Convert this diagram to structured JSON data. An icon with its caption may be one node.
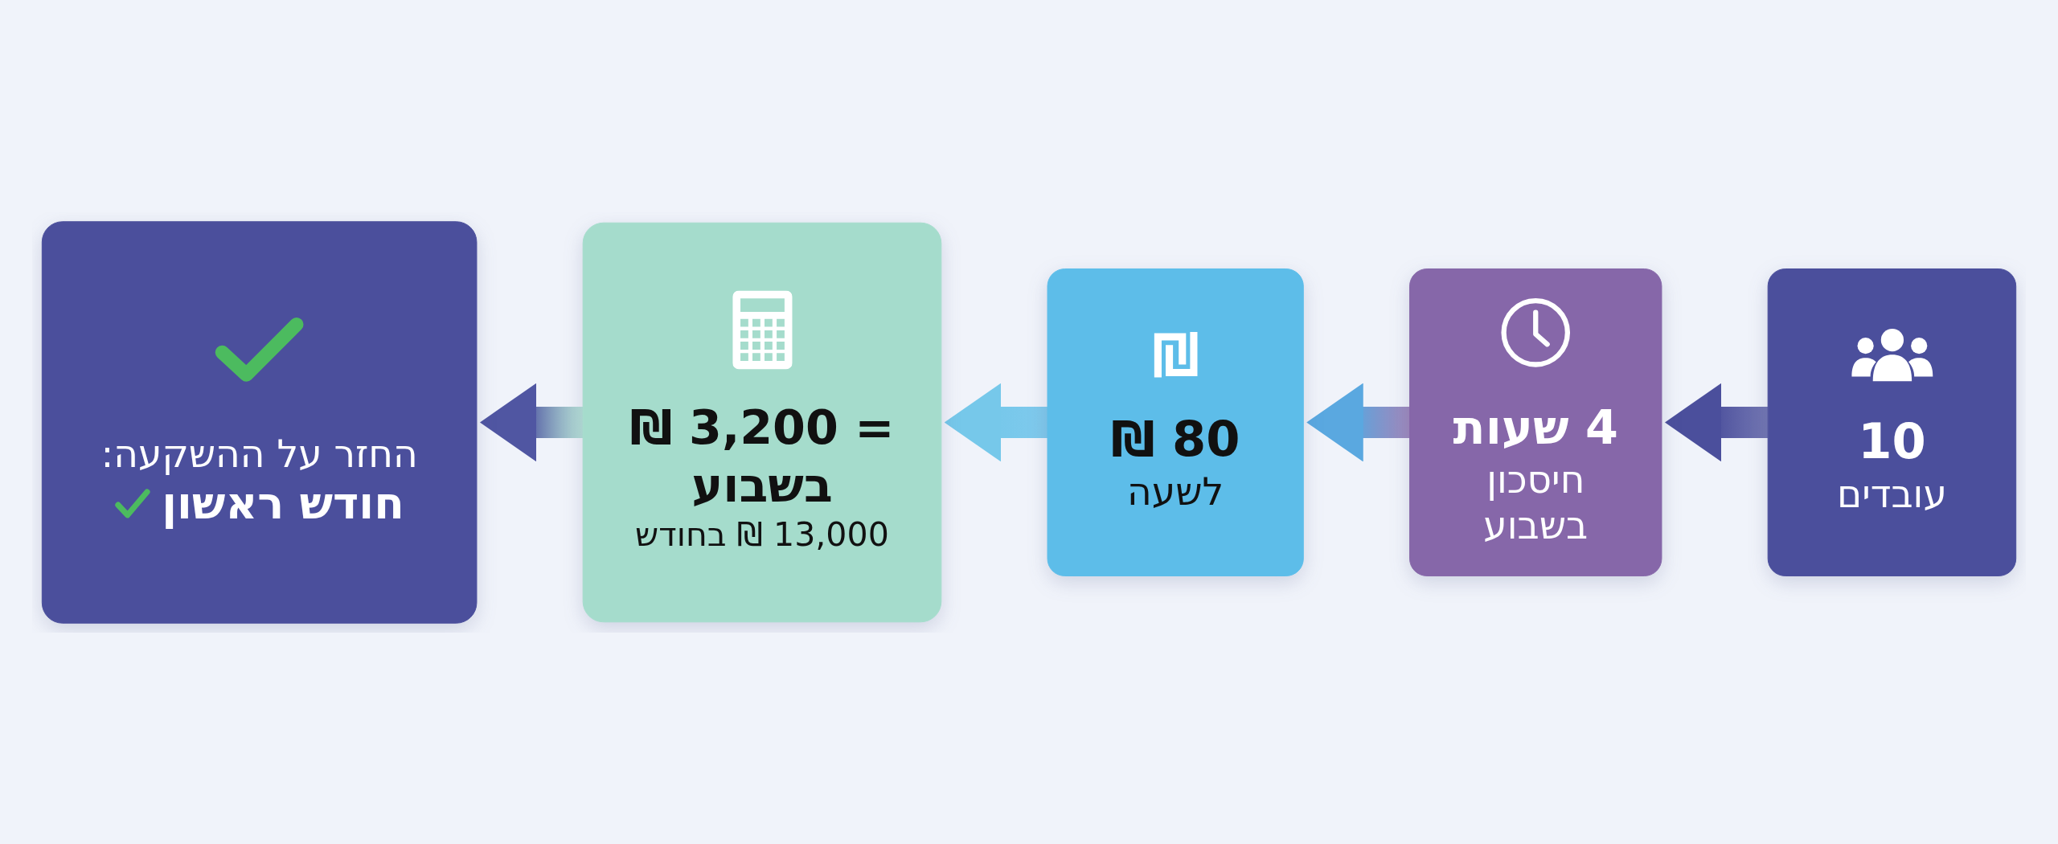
{
  "diagram": {
    "nodes": [
      {
        "text": [
          "10",
          "עובדים"
        ]
      },
      {
        "text": [
          "4 שעות",
          "חיסכון בשבוע"
        ]
      },
      {
        "text": [
          "80 ₪",
          "לשעה"
        ]
      },
      {
        "text": [
          "= 3,200 ₪ בשבוע",
          "13,000 ₪ בחודש"
        ]
      },
      {
        "text": [
          "החזר על ההשקעה:",
          "חודש ראשון"
        ]
      }
    ],
    "edges": [
      {
        "from": 0,
        "to": 1,
        "arrow": "to",
        "style": "thick",
        "color": "#4b4f9c"
      },
      {
        "from": 1,
        "to": 2,
        "arrow": "to",
        "style": "thick",
        "color": "#5aa8e0"
      },
      {
        "from": 2,
        "to": 3,
        "arrow": "to",
        "style": "thick",
        "color": "#76c8ea"
      },
      {
        "from": 3,
        "to": 4,
        "arrow": "to",
        "style": "thick",
        "color": "#5056a2"
      }
    ]
  }
}
